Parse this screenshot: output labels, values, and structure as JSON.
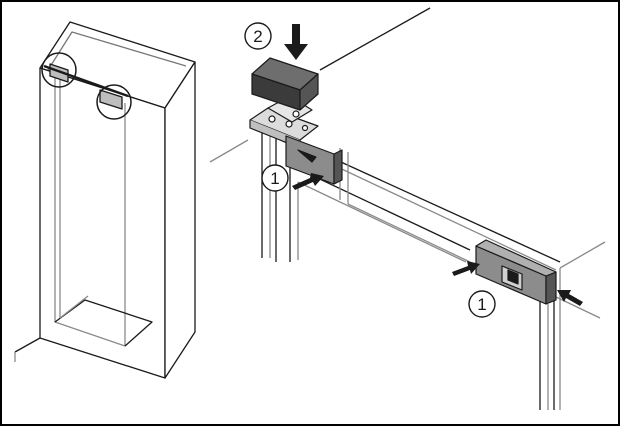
{
  "callouts": [
    {
      "id": "step-2-marker",
      "label": "2"
    },
    {
      "id": "step-1-marker-left",
      "label": "1"
    },
    {
      "id": "step-1-marker-right",
      "label": "1"
    }
  ],
  "colors": {
    "line": "#1a1a1a",
    "outline_gray": "#8a8a8a",
    "cover_dark": "#3b3b3b",
    "cover_mid": "#6e6e6e",
    "bracket_fill": "#d9d9d9",
    "clip_dark": "#555555",
    "frame_border": "#000000"
  }
}
